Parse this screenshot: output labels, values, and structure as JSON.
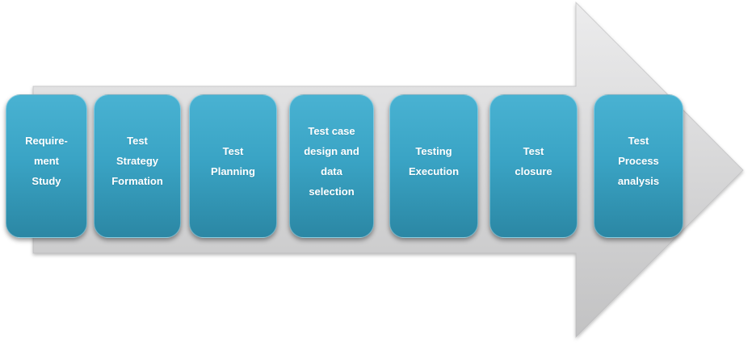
{
  "diagram": {
    "kind": "process-flow-arrow",
    "direction": "right",
    "stages": [
      {
        "label": "Require-\nment\nStudy"
      },
      {
        "label": "Test\nStrategy\nFormation"
      },
      {
        "label": "Test\nPlanning"
      },
      {
        "label": "Test case\ndesign and\ndata\nselection"
      },
      {
        "label": "Testing\nExecution"
      },
      {
        "label": "Test\nclosure"
      },
      {
        "label": "Test\nProcess\nanalysis"
      }
    ],
    "colors": {
      "stage_top": "#49b2d2",
      "stage_mid": "#3aa4c5",
      "stage_bottom": "#2b87a4",
      "stage_text": "#ffffff",
      "arrow_top": "#ececed",
      "arrow_bottom": "#c2c2c3",
      "arrow_edge": "#b3b3b5"
    }
  }
}
